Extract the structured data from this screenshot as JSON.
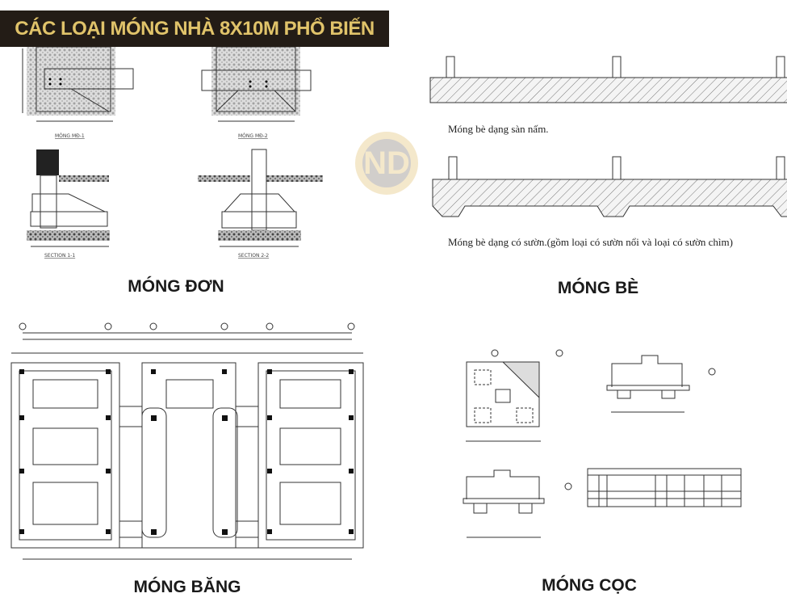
{
  "title": "CÁC LOẠI MÓNG NHÀ 8X10M PHỔ BIẾN",
  "sections": {
    "mong_don": {
      "caption": "MÓNG ĐƠN",
      "labels": [
        "MÓNG MĐ-1",
        "MÓNG MĐ-2",
        "SECTION 1-1",
        "SECTION 2-2"
      ]
    },
    "mong_be": {
      "caption": "MÓNG BÈ",
      "note_1": "Móng bè dạng sàn nấm.",
      "note_2": "Móng bè dạng có sườn.(gồm loại có sườn nổi và loại có sườn chìm)"
    },
    "mong_bang": {
      "caption": "MÓNG BĂNG"
    },
    "mong_coc": {
      "caption": "MÓNG CỌC"
    }
  },
  "logo": {
    "text": "ND"
  },
  "colors": {
    "banner_bg": "#231c16",
    "banner_text": "#e0c36a"
  }
}
